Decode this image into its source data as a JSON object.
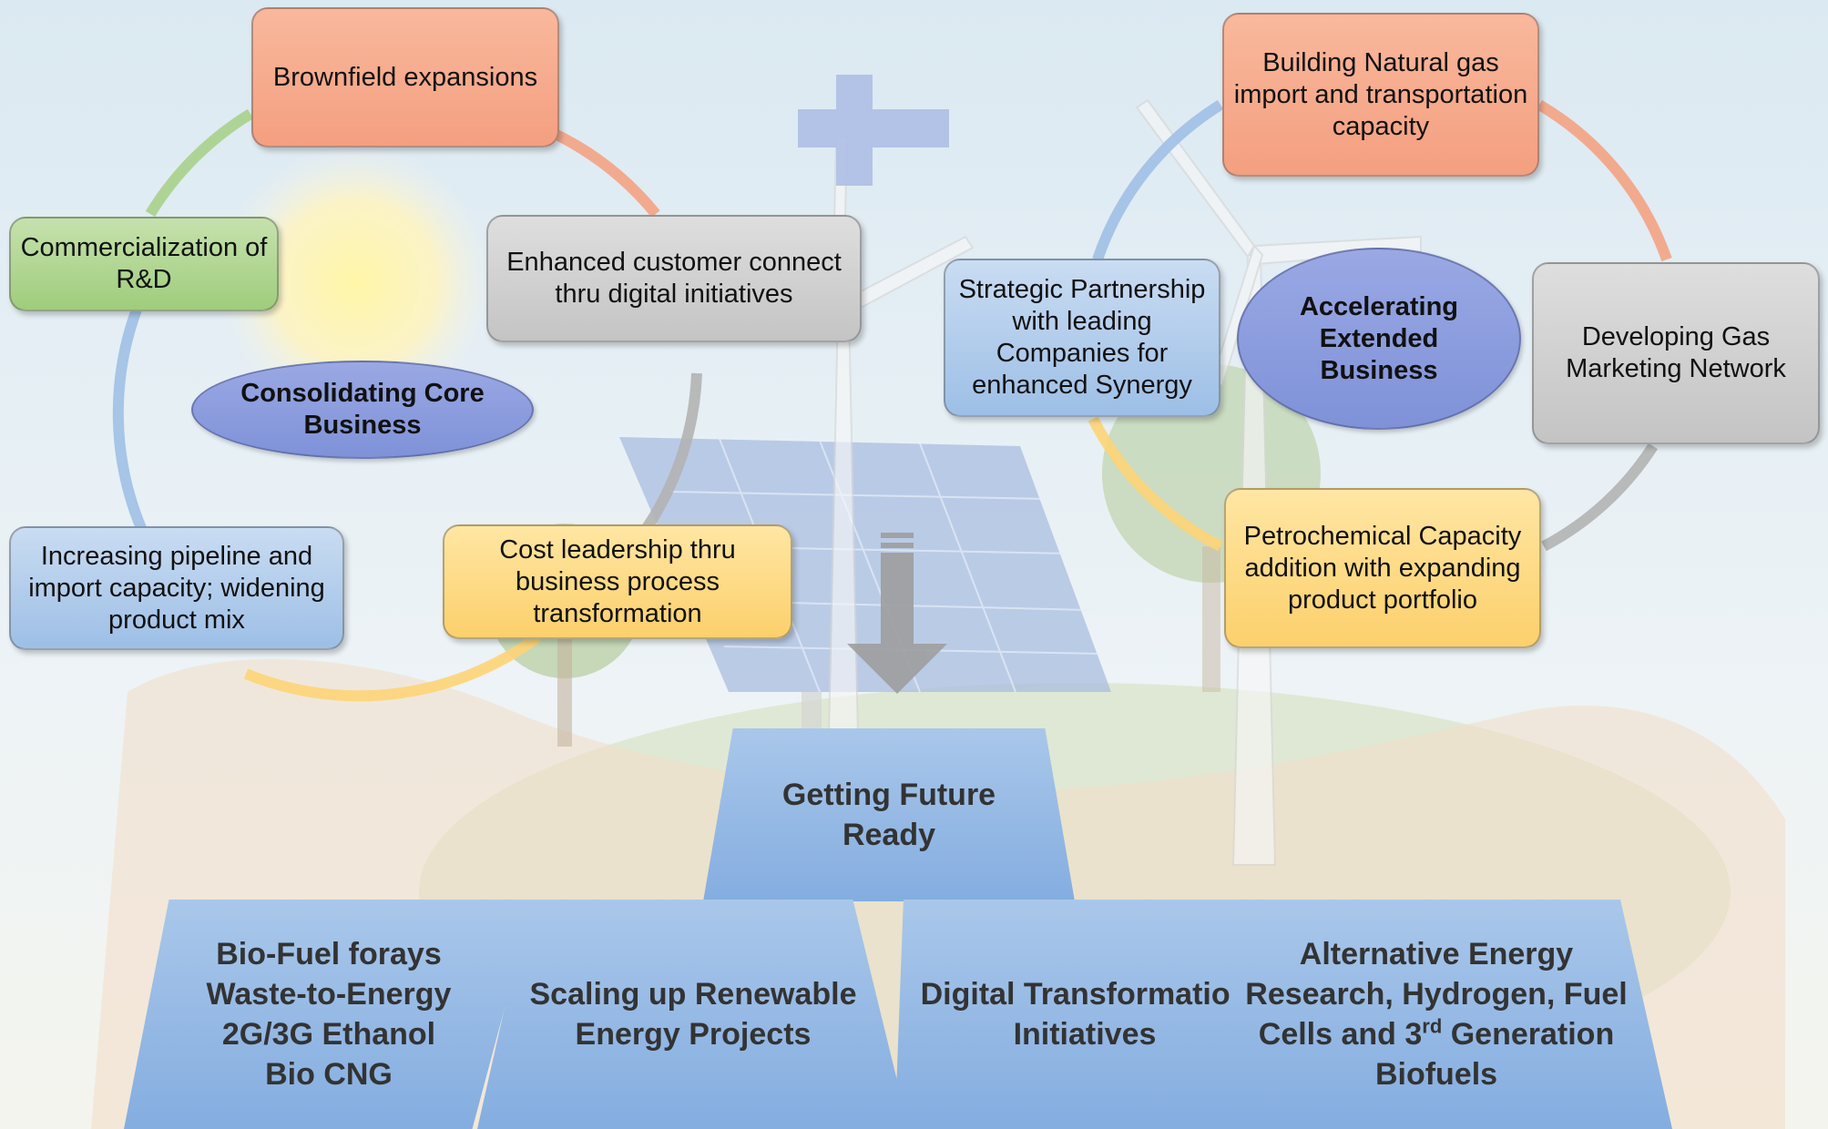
{
  "left_cycle": {
    "center": "Consolidating Core Business",
    "items": [
      "Brownfield expansions",
      "Enhanced customer connect thru digital initiatives",
      "Cost leadership thru business process transformation",
      "Increasing pipeline  and import capacity; widening product mix",
      "Commercialization of R&D"
    ]
  },
  "right_cycle": {
    "center": "Accelerating Extended Business",
    "items": [
      "Building Natural gas import and transportation capacity",
      "Developing Gas Marketing Network",
      "Petrochemical Capacity addition with expanding product portfolio",
      "Strategic Partnership with leading Companies for enhanced Synergy"
    ]
  },
  "top_node": "Getting Future Ready",
  "bottom_nodes": [
    "Bio-Fuel forays\nWaste-to-Energy\n2G/3G Ethanol\nBio CNG",
    "Scaling up Renewable Energy Projects",
    "Digital Transformation Initiatives",
    "Alternative Energy Research, Hydrogen, Fuel Cells and 3rd Generation Biofuels"
  ],
  "colors": {
    "orange": "#f4a383",
    "green": "#a8d18b",
    "grey": "#c8c8c8",
    "blue": "#9fc0e6",
    "yellow": "#fdd477",
    "ellipse": "#8b9cdc",
    "plus": "#aebfe6",
    "arrow": "#9e9e9e"
  }
}
